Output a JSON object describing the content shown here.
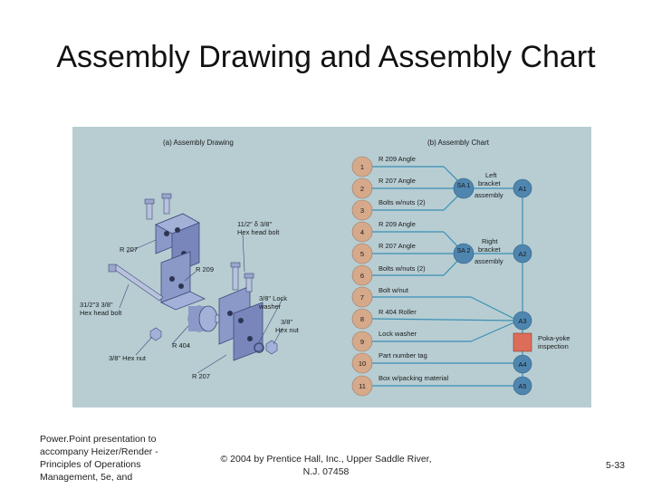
{
  "slide": {
    "title": "Assembly Drawing and Assembly Chart"
  },
  "drawing": {
    "header": "(a) Assembly Drawing",
    "labels": {
      "hex_head_bolt_top": [
        "11/2\" δ 3/8\"",
        "Hex head bolt"
      ],
      "r207_top": "R 207",
      "r209": "R 209",
      "hex_head_bolt_left": [
        "31/2\"3 3/8\"",
        "Hex head bolt"
      ],
      "lock_washer": [
        "3/8\" Lock",
        "washer"
      ],
      "hex_nut_right": [
        "3/8\"",
        "Hex nut"
      ],
      "r404": "R 404",
      "hex_nut_left": "3/8\" Hex nut",
      "r207_bottom": "R 207"
    }
  },
  "chart": {
    "header": "(b) Assembly Chart",
    "steps": [
      {
        "num": "1",
        "label": "R 209 Angle"
      },
      {
        "num": "2",
        "label": "R 207 Angle"
      },
      {
        "num": "3",
        "label": "Bolts w/nuts (2)"
      },
      {
        "num": "4",
        "label": "R 209 Angle"
      },
      {
        "num": "5",
        "label": "R 207 Angle"
      },
      {
        "num": "6",
        "label": "Bolts w/nuts (2)"
      },
      {
        "num": "7",
        "label": "Bolt w/nut"
      },
      {
        "num": "8",
        "label": "R 404 Roller"
      },
      {
        "num": "9",
        "label": "Lock washer"
      },
      {
        "num": "10",
        "label": "Part number tag"
      },
      {
        "num": "11",
        "label": "Box w/packing material"
      }
    ],
    "subassemblies": [
      {
        "code": "SA 1",
        "label": [
          "Left",
          "bracket",
          "assembly"
        ]
      },
      {
        "code": "SA 2",
        "label": [
          "Right",
          "bracket",
          "assembly"
        ]
      }
    ],
    "assemblies": [
      "A1",
      "A2",
      "A3",
      "A4",
      "A5"
    ],
    "inspection_label": [
      "Poka-yoke",
      "inspection"
    ]
  },
  "footer": {
    "left": "Power.Point presentation to accompany Heizer/Render - Principles of Operations Management, 5e, and",
    "center": "© 2004 by Prentice Hall, Inc., Upper Saddle River, N.J. 07458",
    "page": "5-33"
  },
  "colors": {
    "figure_bg": "#b7cdd2",
    "circle_fill": "#d6a98a",
    "node_fill": "#4f86b0",
    "line": "#3a8fb5",
    "inspection_fill": "#dc6d58",
    "part_fill": "#8a99c8"
  }
}
